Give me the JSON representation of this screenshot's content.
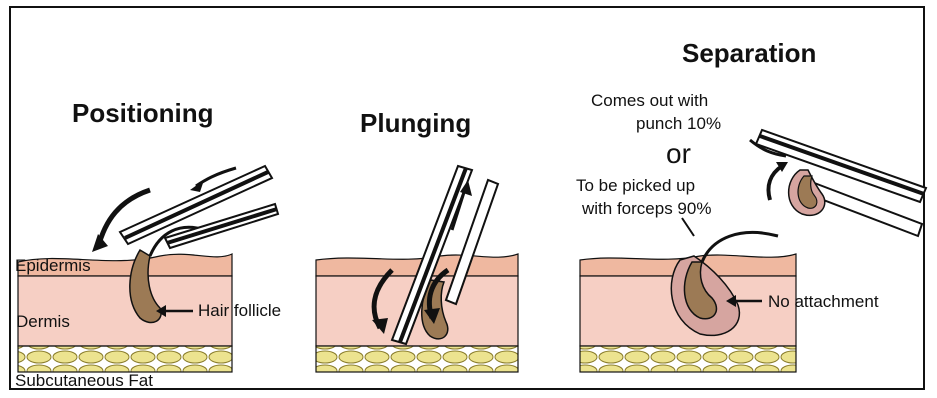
{
  "panels": {
    "positioning": {
      "title": "Positioning"
    },
    "plunging": {
      "title": "Plunging"
    },
    "separation": {
      "title": "Separation"
    }
  },
  "labels": {
    "epidermis": "Epidermis",
    "dermis": "Dermis",
    "subcutaneous_fat": "Subcutaneous Fat",
    "hair_follicle": "Hair follicle",
    "no_attachment": "No attachment",
    "comes_out_line1": "Comes out with",
    "comes_out_line2": "punch 10%",
    "or": "or",
    "picked_up_line1": "To be picked up",
    "picked_up_line2": "with forceps 90%"
  },
  "colors": {
    "epidermis": "#efb8a0",
    "dermis": "#f6cfc4",
    "fat": "#e9e08e",
    "follicle": "#9c7a55",
    "outline": "#111111"
  }
}
